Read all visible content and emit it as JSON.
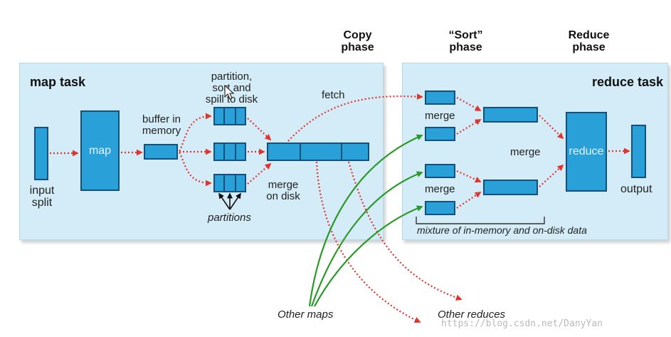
{
  "phases": {
    "copy": [
      "Copy",
      "phase"
    ],
    "sort": [
      "“Sort”",
      "phase"
    ],
    "reduce": [
      "Reduce",
      "phase"
    ]
  },
  "map_task": {
    "title": "map task",
    "input_split": [
      "input",
      "split"
    ],
    "map": "map",
    "buffer": [
      "buffer in",
      "memory"
    ],
    "partition": [
      "partition,",
      "sort and",
      "spill to disk"
    ],
    "merge_on_disk": [
      "merge",
      "on disk"
    ],
    "partitions": "partitions",
    "fetch": "fetch"
  },
  "reduce_task": {
    "title": "reduce task",
    "merge_top": "merge",
    "merge_mid": "merge",
    "merge_bottom": "merge",
    "reduce": "reduce",
    "output": "output",
    "mixture": "mixture of in-memory and on-disk data"
  },
  "other_maps": "Other maps",
  "other_reduces": "Other reduces",
  "watermark": "https://blog.csdn.net/DanyYan",
  "colors": {
    "panel": "#d3ecf8",
    "box": "#2aa0d8",
    "box_border": "#14507a",
    "red_arrow": "#e0342c",
    "green_arrow": "#2a9a2a"
  }
}
